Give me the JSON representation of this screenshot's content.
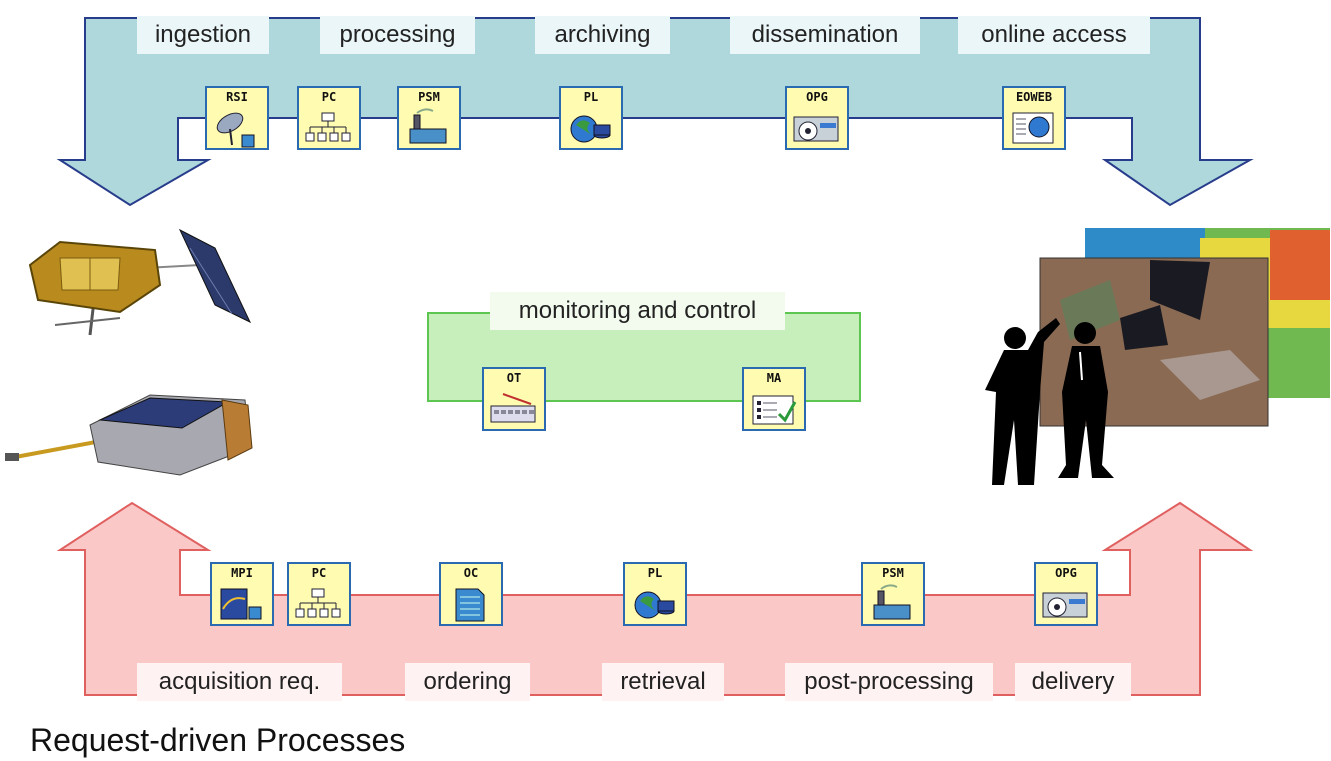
{
  "top_flow": {
    "stages": [
      "ingestion",
      "processing",
      "archiving",
      "dissemination",
      "online access"
    ],
    "icons": [
      {
        "code": "RSI",
        "icon": "satellite-dish-icon"
      },
      {
        "code": "PC",
        "icon": "hierarchy-icon"
      },
      {
        "code": "PSM",
        "icon": "factory-icon"
      },
      {
        "code": "PL",
        "icon": "globe-database-icon"
      },
      {
        "code": "OPG",
        "icon": "disc-drive-icon"
      },
      {
        "code": "EOWEB",
        "icon": "web-page-icon"
      }
    ],
    "color": "#aed8dc"
  },
  "monitoring": {
    "title": "monitoring and control",
    "icons": [
      {
        "code": "OT",
        "icon": "keyboard-icon"
      },
      {
        "code": "MA",
        "icon": "checklist-icon"
      }
    ],
    "color": "#c6efbc"
  },
  "bottom_flow": {
    "stages": [
      "acquisition req.",
      "ordering",
      "retrieval",
      "post-processing",
      "delivery"
    ],
    "icons": [
      {
        "code": "MPI",
        "icon": "planning-chart-icon"
      },
      {
        "code": "PC",
        "icon": "hierarchy-icon"
      },
      {
        "code": "OC",
        "icon": "document-icon"
      },
      {
        "code": "PL",
        "icon": "globe-database-icon"
      },
      {
        "code": "PSM",
        "icon": "factory-icon"
      },
      {
        "code": "OPG",
        "icon": "disc-drive-icon"
      }
    ],
    "color": "#fbc8c8"
  },
  "footer": {
    "title": "Request-driven Processes"
  }
}
